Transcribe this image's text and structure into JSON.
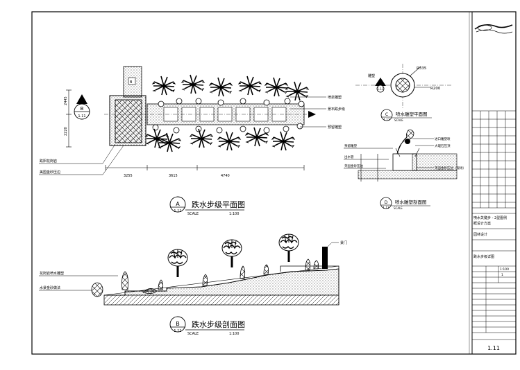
{
  "plan": {
    "title": "跌水步级平面图",
    "marker": "A",
    "sheet_ref": "1.11",
    "scale_label": "SCALE",
    "scale_value": "1:100",
    "callouts_right": [
      "喷泉雕塑",
      "景石跌步级",
      "预留雕塑"
    ],
    "callouts_left": [
      "跌阳花岗岩",
      "美国金砂压边"
    ],
    "dims_horizontal": [
      "3255",
      "3615",
      "4740"
    ],
    "dims_vertical": [
      "2445",
      "2220"
    ],
    "section_marker": "B",
    "section_ref": "1.11"
  },
  "fountain_plan": {
    "title": "喷水雕塑平面图",
    "marker": "C",
    "sheet_ref": "1.11",
    "scale_label": "SCALE",
    "label_left": "雕塑",
    "radius_1": "R335",
    "radius_2": "R200",
    "mark_ref": "1.11"
  },
  "fountain_section": {
    "title": "喷水雕塑剖面图",
    "marker": "D",
    "sheet_ref": "1.11",
    "scale_label": "SCALE",
    "labels_left": [
      "预留雕塑",
      "出水管",
      "英国金砂压边"
    ],
    "labels_right": [
      "进口雕塑喷",
      "大理石压顶",
      "英国金砂压边（现场）"
    ]
  },
  "elevation": {
    "title": "跌水步级剖面图",
    "marker": "B",
    "sheet_ref": "1.11",
    "scale_label": "SCALE",
    "scale_value": "1:100",
    "labels_left": [
      "花岗岩喷水雕塑",
      "水景金砂做法"
    ],
    "label_right": "景门"
  },
  "title_block": {
    "project": "喷水关键步 - 2型图例",
    "subtitle": "概设计方案",
    "company": "园林设计",
    "drawing_name": "跌水步级详图",
    "scale_value": "1:100",
    "sheet_count": "1",
    "sheet_number": "1.11"
  }
}
